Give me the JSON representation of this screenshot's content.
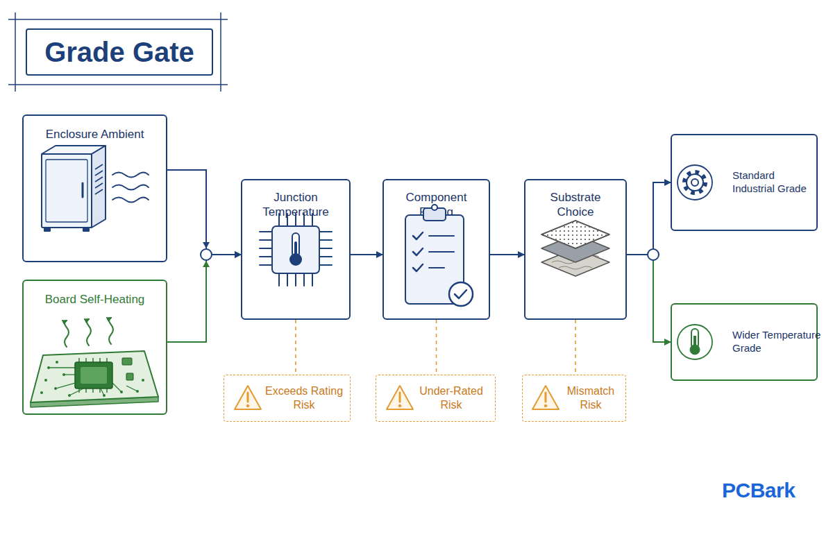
{
  "diagram": {
    "title": "Grade Gate",
    "nodes": [
      {
        "text": [
          "Enclosure Ambient"
        ]
      },
      {
        "text": [
          "Board Self-Heating"
        ]
      },
      {
        "text": [
          "Junction Temperature"
        ]
      },
      {
        "text": [
          "Component Rating"
        ]
      },
      {
        "text": [
          "Substrate Choice"
        ]
      },
      {
        "text": [
          "Standard Industrial Grade"
        ]
      },
      {
        "text": [
          "Wider Temperature Grade"
        ]
      },
      {
        "text": [
          "Exceeds Rating Risk"
        ]
      },
      {
        "text": [
          "Under-Rated Risk"
        ]
      },
      {
        "text": [
          "Mismatch Risk"
        ]
      }
    ],
    "edges": [
      {
        "from": 0,
        "to": 2,
        "arrow": "to"
      },
      {
        "from": 1,
        "to": 2,
        "arrow": "to"
      },
      {
        "from": 2,
        "to": 3,
        "arrow": "to"
      },
      {
        "from": 3,
        "to": 4,
        "arrow": "to"
      },
      {
        "from": 4,
        "to": 5,
        "arrow": "to"
      },
      {
        "from": 4,
        "to": 6,
        "arrow": "to"
      },
      {
        "from": 2,
        "to": 7,
        "arrow": "none"
      },
      {
        "from": 3,
        "to": 8,
        "arrow": "none"
      },
      {
        "from": 4,
        "to": 9,
        "arrow": "none"
      }
    ],
    "labels": [
      "PCBark"
    ]
  }
}
